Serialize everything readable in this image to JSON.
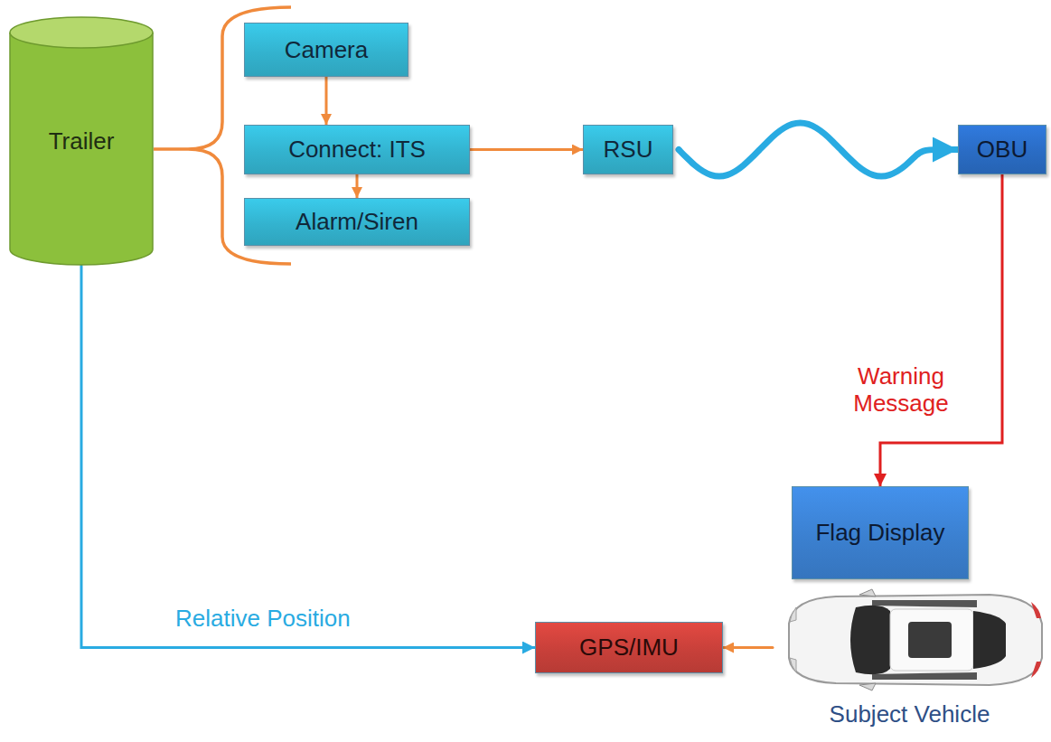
{
  "diagram": {
    "nodes": [
      {
        "text": [
          "Trailer"
        ]
      },
      {
        "text": [
          "Camera"
        ]
      },
      {
        "text": [
          "Connect: ITS"
        ]
      },
      {
        "text": [
          "Alarm/Siren"
        ]
      },
      {
        "text": [
          "RSU"
        ]
      },
      {
        "text": [
          "OBU"
        ]
      },
      {
        "text": [
          "Flag Display"
        ]
      },
      {
        "text": [
          "GPS/IMU"
        ]
      },
      {
        "text": [
          "Subject Vehicle"
        ]
      }
    ],
    "edges": [
      {
        "from": 1,
        "to": 2,
        "arrow": "to"
      },
      {
        "from": 2,
        "to": 3,
        "arrow": "to"
      },
      {
        "from": 2,
        "to": 4,
        "arrow": "to"
      },
      {
        "from": 4,
        "to": 5,
        "arrow": "to"
      },
      {
        "from": 5,
        "to": 6,
        "label": "Warning Message",
        "arrow": "to"
      },
      {
        "from": 0,
        "to": 7,
        "label": "Relative Position",
        "arrow": "to"
      },
      {
        "from": 8,
        "to": 7,
        "arrow": "to"
      }
    ]
  }
}
